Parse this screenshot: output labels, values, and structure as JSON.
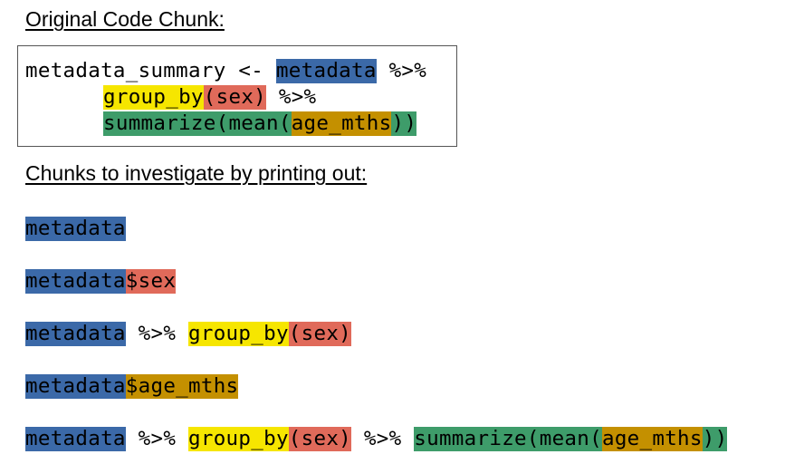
{
  "headings": {
    "original": "Original Code Chunk:",
    "investigate": "Chunks to investigate by printing out:"
  },
  "colors": {
    "metadata": "#3b69a8",
    "sex": "#e06a5a",
    "group_by": "#f6e600",
    "summarize": "#3e9c6a",
    "age_mths": "#c49000"
  },
  "original_chunk": {
    "line1": {
      "assign": "metadata_summary <- ",
      "metadata": "metadata",
      "pipe": " %>%"
    },
    "line2": {
      "group_by": "group_by",
      "sex": "(sex)",
      "pipe": " %>%"
    },
    "line3": {
      "summarize_open": "summarize(mean(",
      "age_mths": "age_mths",
      "close": "))"
    }
  },
  "chunks": [
    {
      "metadata": "metadata"
    },
    {
      "metadata": "metadata",
      "sex": "$sex"
    },
    {
      "metadata": "metadata",
      "pipe": " %>% ",
      "group_by": "group_by",
      "sex": "(sex)"
    },
    {
      "metadata": "metadata",
      "age_mths": "$age_mths"
    },
    {
      "metadata": "metadata",
      "pipe1": " %>% ",
      "group_by": "group_by",
      "sex": "(sex)",
      "pipe2": " %>% ",
      "summarize_open": "summarize(mean(",
      "age_mths": "age_mths",
      "close": "))"
    }
  ]
}
